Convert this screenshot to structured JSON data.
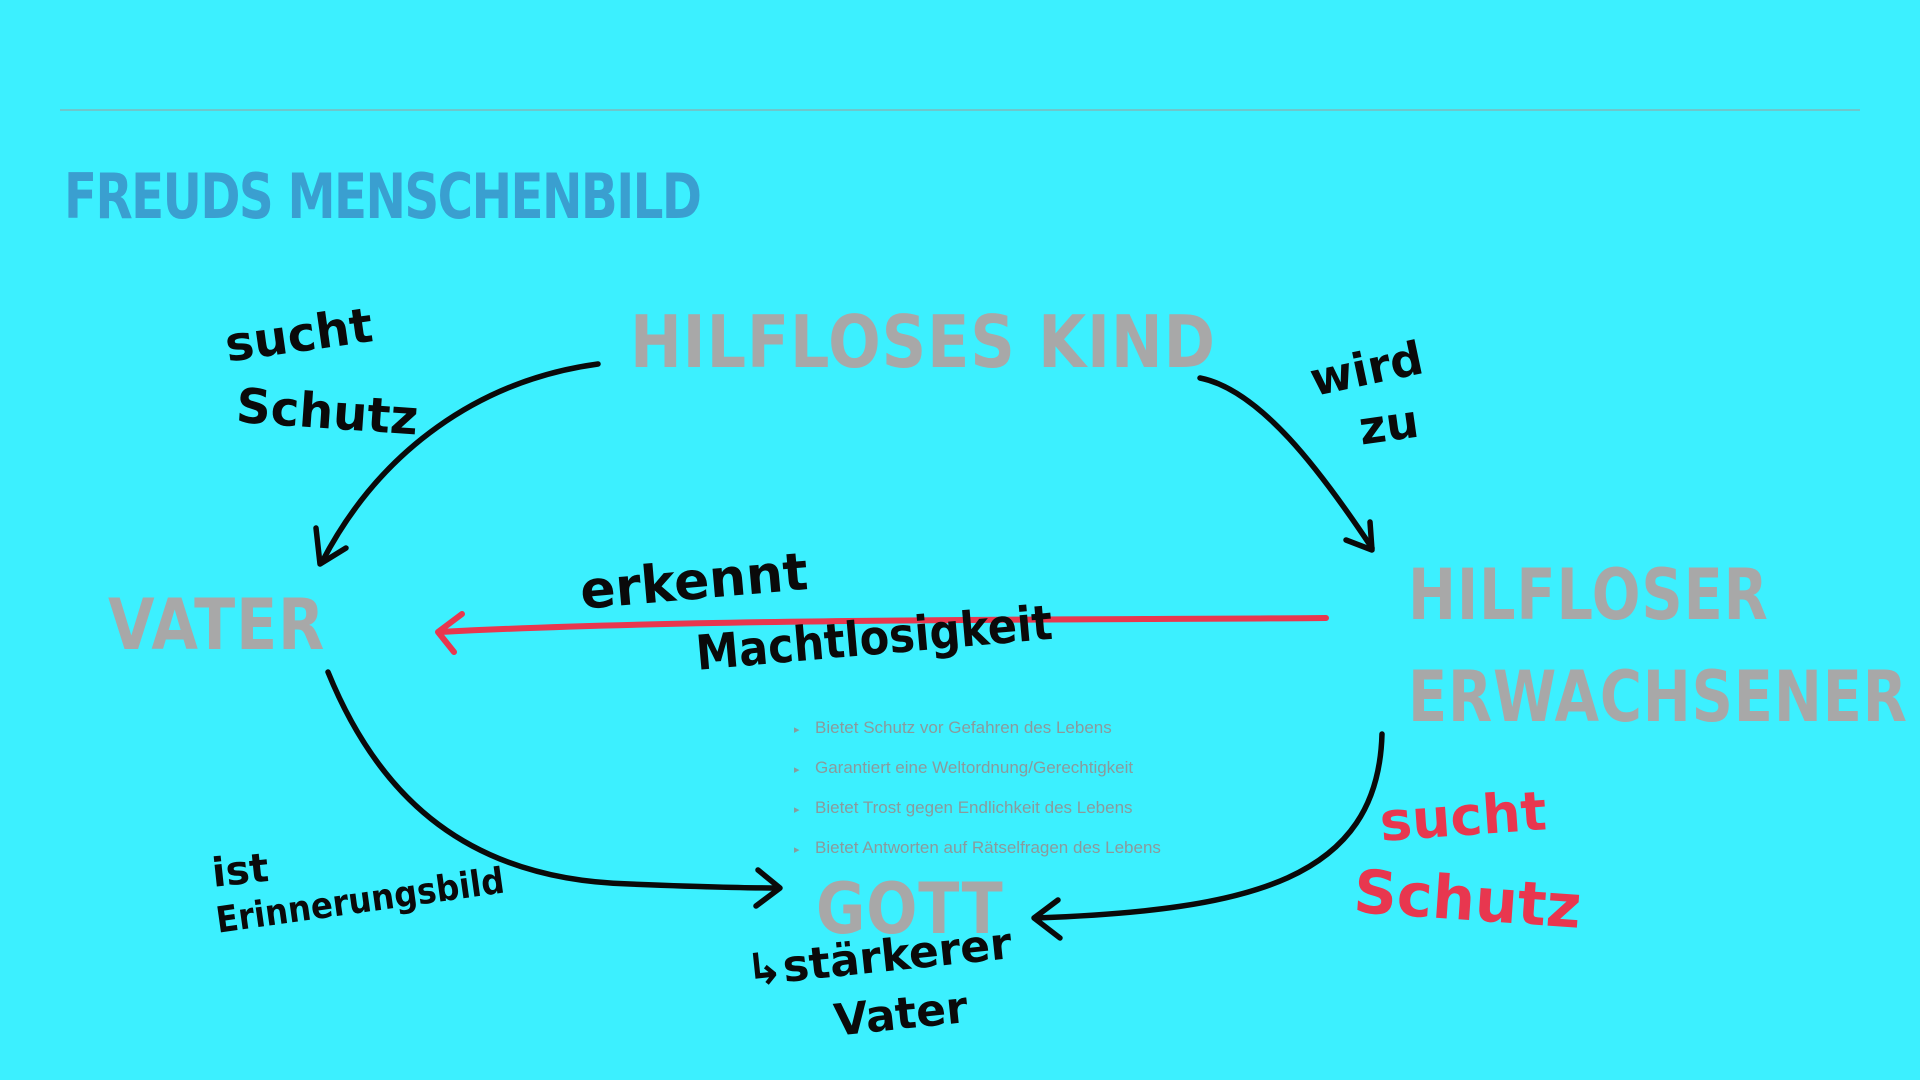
{
  "title": "FREUDS MENSCHENBILD",
  "nodes": {
    "kind": "HILFLOSES KIND",
    "vater": "VATER",
    "erwachsener_line1": "HILFLOSER",
    "erwachsener_line2": "ERWACHSENER",
    "gott": "GOTT"
  },
  "annotations": {
    "sucht_schutz_1a": "sucht",
    "sucht_schutz_1b": "Schutz",
    "wird_zu_a": "wird",
    "wird_zu_b": "zu",
    "erkennt": "erkennt",
    "machtlosigkeit": "Machtlosigkeit",
    "ist": "ist",
    "erinnerungsbild": "Erinnerungsbild",
    "sucht_schutz_2a": "sucht",
    "sucht_schutz_2b": "Schutz",
    "staerkerer": "↳stärkerer",
    "vater_hand": "Vater"
  },
  "bullet_marker": "▸",
  "bullets": [
    "Bietet Schutz vor Gefahren des Lebens",
    "Garantiert eine Weltordnung/Gerechtigkeit",
    "Bietet Trost gegen Endlichkeit des Lebens",
    "Bietet Antworten auf Rätselfragen des Lebens"
  ],
  "colors": {
    "background": "#3cf0ff",
    "title": "#3a9fd0",
    "node_text": "#a8a8a8",
    "ink": "#0a0a0a",
    "red_ink": "#e8374f"
  }
}
